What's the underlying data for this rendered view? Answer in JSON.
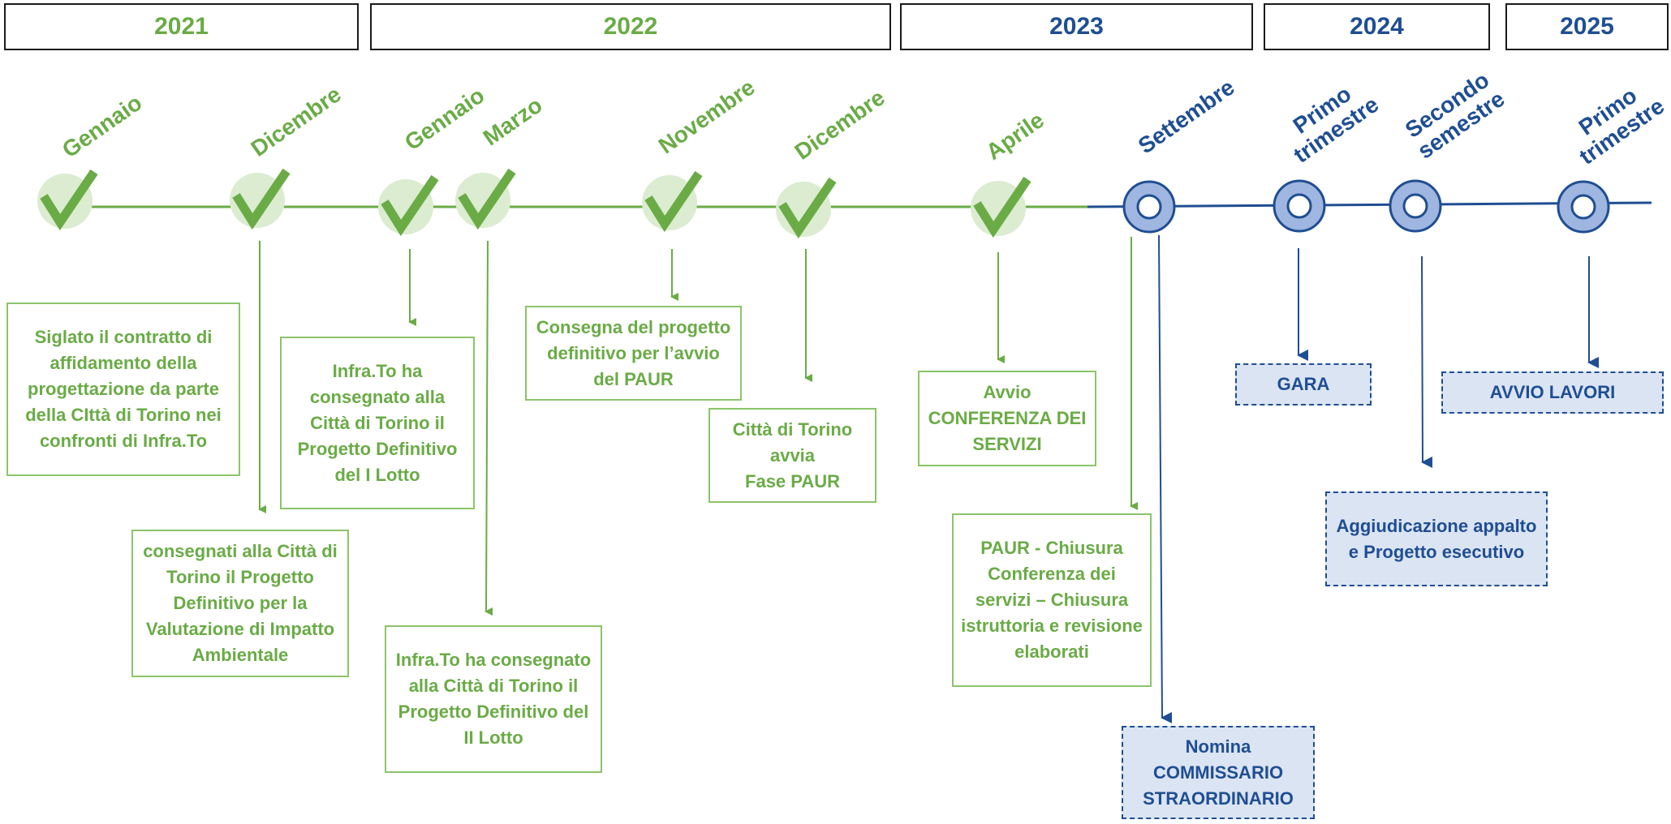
{
  "years": [
    {
      "label": "2021",
      "color": "green"
    },
    {
      "label": "2022",
      "color": "green"
    },
    {
      "label": "2023",
      "color": "blue"
    },
    {
      "label": "2024",
      "color": "blue"
    },
    {
      "label": "2025",
      "color": "blue"
    }
  ],
  "milestones": [
    {
      "label": "Gennaio",
      "status": "done",
      "icon": "check-icon"
    },
    {
      "label": "Dicembre",
      "status": "done",
      "icon": "check-icon"
    },
    {
      "label": "Gennaio",
      "status": "done",
      "icon": "check-icon"
    },
    {
      "label": "Marzo",
      "status": "done",
      "icon": "check-icon"
    },
    {
      "label": "Novembre",
      "status": "done",
      "icon": "check-icon"
    },
    {
      "label": "Dicembre",
      "status": "done",
      "icon": "check-icon"
    },
    {
      "label": "Aprile",
      "status": "done",
      "icon": "check-icon"
    },
    {
      "label": "Settembre",
      "status": "planned",
      "icon": "ring-icon"
    },
    {
      "label": "Primo\ntrimestre",
      "status": "planned",
      "icon": "ring-icon"
    },
    {
      "label": "Secondo\nsemestre",
      "status": "planned",
      "icon": "ring-icon"
    },
    {
      "label": "Primo\ntrimestre",
      "status": "planned",
      "icon": "ring-icon"
    }
  ],
  "events": [
    {
      "text": "Siglato il contratto di affidamento della progettazione da parte della CIttà di Torino nei confronti di Infra.To",
      "status": "done"
    },
    {
      "text": "consegnati alla Città di Torino il Progetto Definitivo per la Valutazione di Impatto Ambientale",
      "status": "done"
    },
    {
      "text": "Infra.To ha consegnato alla Città di Torino il Progetto Definitivo del I Lotto",
      "status": "done"
    },
    {
      "text": "Infra.To ha consegnato alla Città di Torino il Progetto Definitivo del II Lotto",
      "status": "done"
    },
    {
      "text": "Consegna del progetto definitivo per l’avvio del PAUR",
      "status": "done"
    },
    {
      "text": "Città di Torino avvia\nFase PAUR",
      "status": "done"
    },
    {
      "text": "Avvio CONFERENZA DEI SERVIZI",
      "status": "done"
    },
    {
      "text": "PAUR - Chiusura Conferenza dei servizi – Chiusura istruttoria e revisione elaborati",
      "status": "done"
    },
    {
      "text": "Nomina COMMISSARIO STRAORDINARIO",
      "status": "planned"
    },
    {
      "text": "GARA",
      "status": "planned"
    },
    {
      "text": "Aggiudicazione appalto e Progetto esecutivo",
      "status": "planned"
    },
    {
      "text": "AVVIO LAVORI",
      "status": "planned"
    }
  ],
  "colors": {
    "green": "#6aab46",
    "green_light": "#dbecd0",
    "blue": "#1f4e92",
    "blue_fill": "#9fb6e0"
  }
}
